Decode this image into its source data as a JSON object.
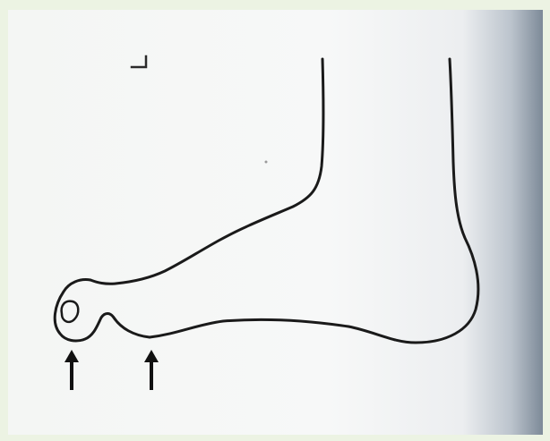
{
  "figure": {
    "subject": "foot-outline",
    "arrows": [
      {
        "name": "toe-arrow",
        "points_to": "great-toe-tip"
      },
      {
        "name": "ball-arrow",
        "points_to": "ball-of-foot"
      }
    ],
    "colors": {
      "background": "#ecf3e3",
      "paper": "#f6f7f6",
      "ink": "#1a1a1a",
      "edge_shadow": "#7d8a98"
    }
  }
}
